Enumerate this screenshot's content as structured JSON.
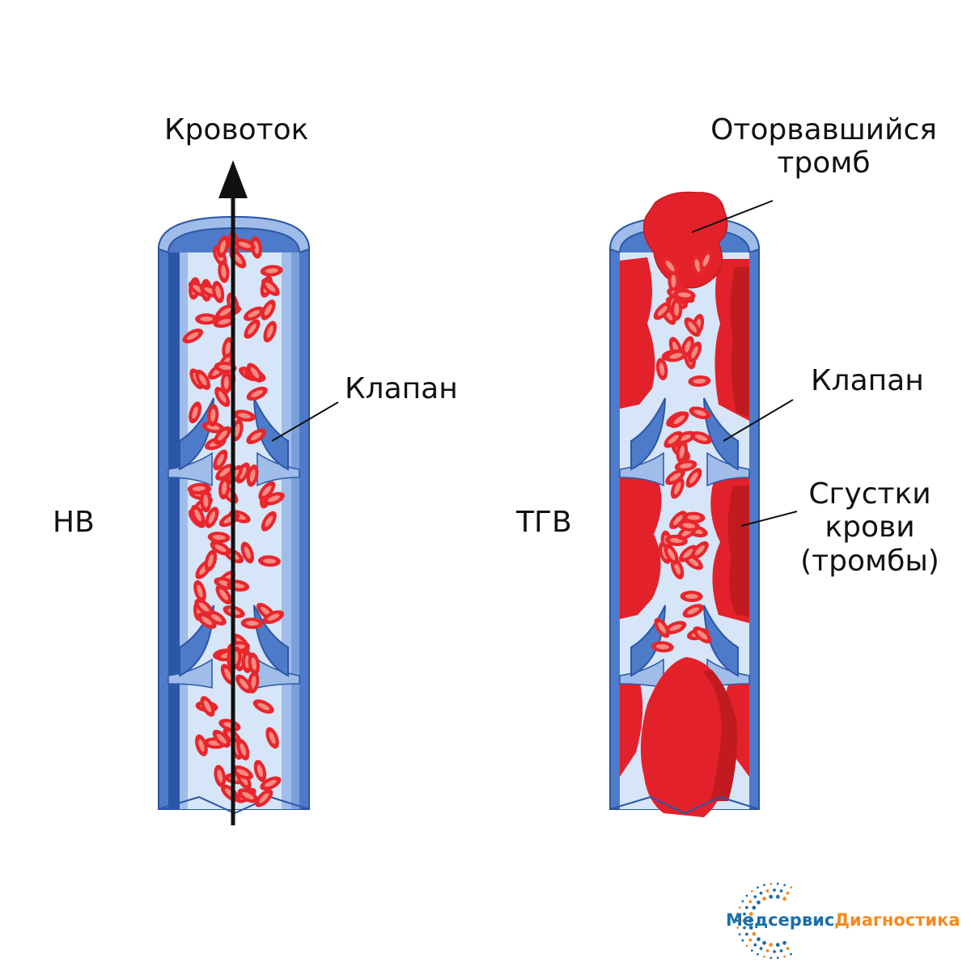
{
  "labels": {
    "flow": "Кровоток",
    "nv": "НВ",
    "tgv": "ТГВ",
    "valve_left": "Клапан",
    "valve_right": "Клапан",
    "detached_clot_line1": "Оторвавшийся",
    "detached_clot_line2": "тромб",
    "clots_line1": "Сгустки",
    "clots_line2": "крови",
    "clots_line3": "(тромбы)"
  },
  "logo": {
    "part1": "Медсервис",
    "part2": "Диагностика"
  },
  "colors": {
    "vein_wall_dark": "#2c56a8",
    "vein_wall_mid": "#4d7bc9",
    "vein_wall_light": "#9fbde8",
    "lumen": "#d6e5f7",
    "cell_outer": "#e8262c",
    "cell_inner": "#f58a82",
    "clot": "#e3212a",
    "clot_dark": "#c11a21",
    "logo_blue": "#1a6fa8",
    "logo_orange": "#f28a1f"
  }
}
